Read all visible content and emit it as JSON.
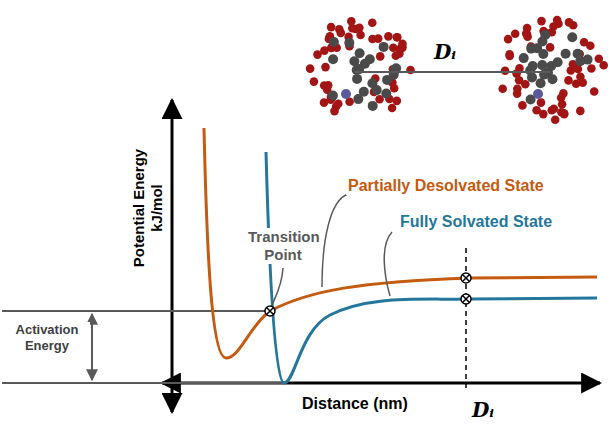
{
  "diagram": {
    "labels": [
      "Dᵢ",
      "Partially Desolvated State",
      "Transition Point",
      "Fully Solvated State",
      "Potential Energy kJ/mol",
      "Activation Energy",
      "Distance (nm)",
      "Dᵢ"
    ]
  }
}
